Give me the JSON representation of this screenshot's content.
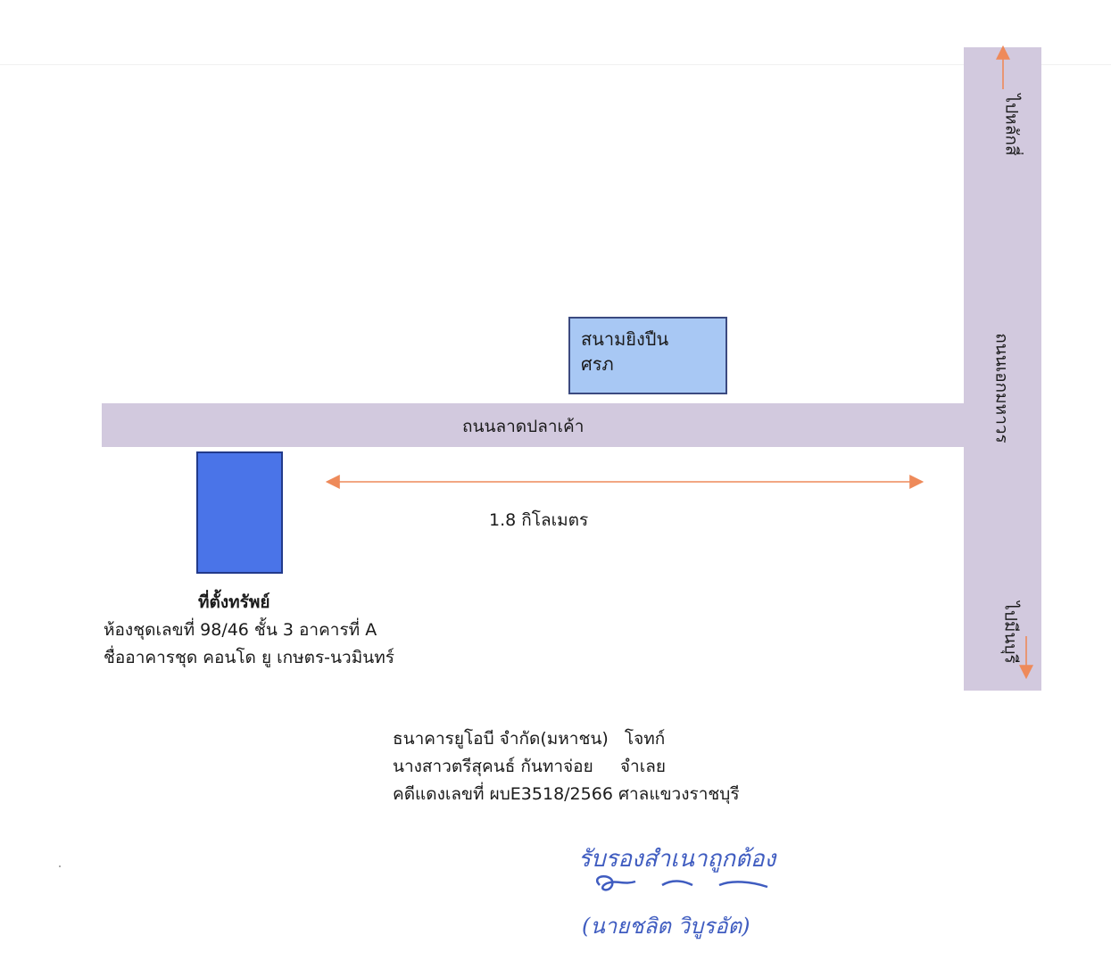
{
  "colors": {
    "road": "#d2c9de",
    "landmark": "#a8c8f4",
    "property": "#4a74e8",
    "arrow": "#ee8a5a",
    "stamp_ink": "#3f5cc0"
  },
  "map": {
    "road_horizontal": "ถนนลาดปลาเค้า",
    "road_vertical": "ถนนเอกมหาวร",
    "to_north": "ไปหลักสี่",
    "to_south": "ไปมีนบุรี",
    "landmark_line1": "สนามยิงปืน",
    "landmark_line2": "ศรภ",
    "distance": "1.8 กิโลเมตร"
  },
  "property": {
    "title": "ที่ตั้งทรัพย์",
    "line1": "ห้องชุดเลขที่ 98/46 ชั้น 3 อาคารที่ A",
    "line2": "ชื่ออาคารชุด คอนโด ยู เกษตร-นวมินทร์"
  },
  "case": {
    "line1": "ธนาคารยูโอบี จำกัด(มหาชน)   โจทก์",
    "line2": "นางสาวตรีสุคนธ์ กันทาจ่อย     จำเลย",
    "line3": "คดีแดงเลขที่ ผบE3518/2566 ศาลแขวงราชบุรี"
  },
  "stamp": {
    "title": "รับรองสำเนาถูกต้อง",
    "name": "(นายชลิต วิบูรอัต)"
  }
}
